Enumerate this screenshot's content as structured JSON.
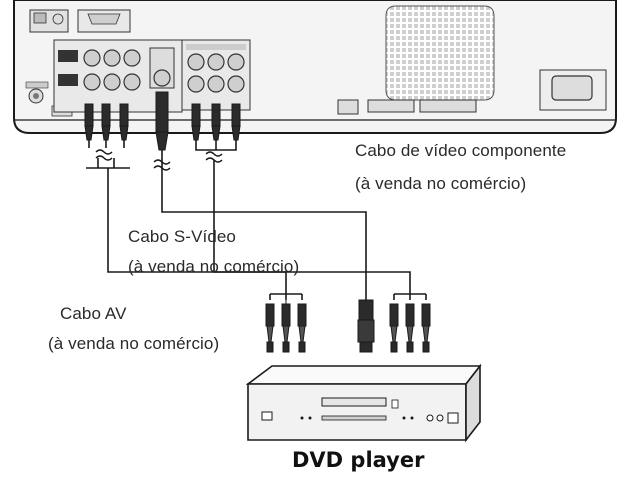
{
  "labels": {
    "component_cable": "Cabo de vídeo componente",
    "component_cable_note": "(à venda no comércio)",
    "svideo_cable": "Cabo S-Vídeo",
    "svideo_cable_note": "(à venda no comércio)",
    "av_cable": "Cabo AV",
    "av_cable_note": "(à venda no comércio)",
    "dvd_player": "DVD player"
  },
  "colors": {
    "line": "#1a1a1a",
    "panel_fill": "#f4f4f4",
    "device_fill": "#f2f2f2"
  }
}
